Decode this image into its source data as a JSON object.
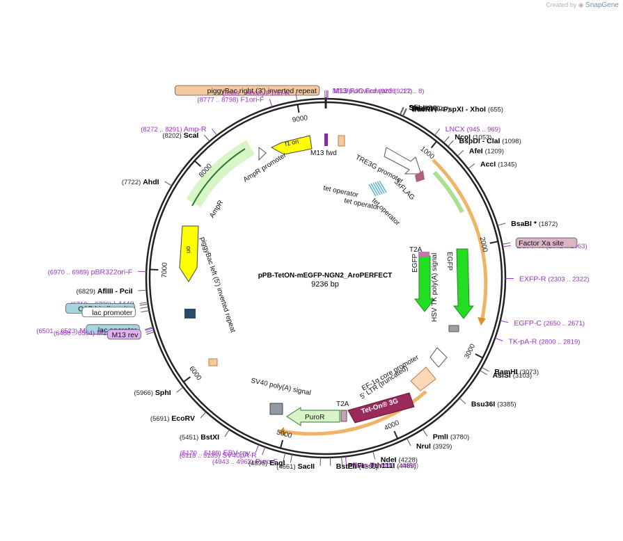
{
  "credit": {
    "prefix": "Created by",
    "brand": "SnapGene"
  },
  "plasmid": {
    "name": "pPB-TetON-mEGFP-NGN2_AroPERFECT",
    "size_label": "9236 bp",
    "length": 9236
  },
  "colors": {
    "primer": "#9b32c8",
    "enzyme": "#000000",
    "ring": "#222222",
    "orf_orange": "#f0b466"
  },
  "ticks": [
    {
      "pos": 1000,
      "label": "1000"
    },
    {
      "pos": 2000,
      "label": "2000"
    },
    {
      "pos": 3000,
      "label": "3000"
    },
    {
      "pos": 4000,
      "label": "4000"
    },
    {
      "pos": 5000,
      "label": "5000"
    },
    {
      "pos": 6000,
      "label": "6000"
    },
    {
      "pos": 7000,
      "label": "7000"
    },
    {
      "pos": 8000,
      "label": "8000"
    },
    {
      "pos": 9000,
      "label": "9000"
    }
  ],
  "labels": [
    {
      "kind": "primer",
      "pos": 8,
      "range": "(9222 .. 8)",
      "name": "M13/pUC Forward",
      "anchor": "end"
    },
    {
      "kind": "primer",
      "pos": 17,
      "range": "(9236 .. 17)",
      "name": "M13 Forward",
      "anchor": "start",
      "name_first": true
    },
    {
      "kind": "feature",
      "pos": 9230,
      "name": "piggyBac right (3') inverted repeat",
      "box": "#f5c9a0"
    },
    {
      "kind": "primer",
      "pos": 9000,
      "range": "(8989 .. 9008)",
      "name": "F1ori-R",
      "anchor": "end"
    },
    {
      "kind": "primer",
      "pos": 8790,
      "range": "(8777 .. 8798)",
      "name": "F1ori-F",
      "anchor": "end"
    },
    {
      "kind": "primer",
      "pos": 8280,
      "range": "(8272 .. 8291)",
      "name": "Amp-R",
      "anchor": "end"
    },
    {
      "kind": "enzyme",
      "pos": 8202,
      "num": "(8202)",
      "name": "ScaI",
      "anchor": "end"
    },
    {
      "kind": "enzyme",
      "pos": 7722,
      "num": "(7722)",
      "name": "AhdI",
      "anchor": "end"
    },
    {
      "kind": "primer",
      "pos": 6980,
      "range": "(6970 .. 6989)",
      "name": "pBR322ori-F",
      "anchor": "end"
    },
    {
      "kind": "enzyme",
      "pos": 6829,
      "num": "(6829)",
      "name": "AflIII  - PciI",
      "anchor": "end"
    },
    {
      "kind": "primer",
      "pos": 6728,
      "range": "(6719 .. 6736)",
      "name": "L4440",
      "anchor": "end"
    },
    {
      "kind": "enzyme",
      "pos": 6713,
      "num": "(6713)",
      "name": "BspQI  - SapI",
      "anchor": "end"
    },
    {
      "kind": "feature",
      "pos": 6690,
      "name": "CAP binding site",
      "box": "#a8d4e0"
    },
    {
      "kind": "feature",
      "pos": 6660,
      "name": "lac promoter",
      "box": "#ffffff"
    },
    {
      "kind": "primer",
      "pos": 6512,
      "range": "(6501 .. 6523)",
      "name": "M13/pUC Reverse",
      "anchor": "end"
    },
    {
      "kind": "feature",
      "pos": 6520,
      "name": "lac operator",
      "box": "#a8d4e0"
    },
    {
      "kind": "primer",
      "pos": 6496,
      "range": "(6488 .. 6504)",
      "name": "M13 Reverse",
      "anchor": "end"
    },
    {
      "kind": "feature",
      "pos": 6480,
      "name": "M13 rev",
      "box": "#e0b0f0"
    },
    {
      "kind": "enzyme",
      "pos": 5966,
      "num": "(5966)",
      "name": "SphI",
      "anchor": "end"
    },
    {
      "kind": "enzyme",
      "pos": 5691,
      "num": "(5691)",
      "name": "EcoRV",
      "anchor": "end"
    },
    {
      "kind": "enzyme",
      "pos": 5451,
      "num": "(5451)",
      "name": "BstXI",
      "anchor": "end"
    },
    {
      "kind": "primer",
      "pos": 5180,
      "range": "(5170 .. 5189)",
      "name": "EBV-rev",
      "anchor": "end"
    },
    {
      "kind": "primer",
      "pos": 5125,
      "range": "(5116 .. 5135)",
      "name": "SV40pA-R",
      "anchor": "end"
    },
    {
      "kind": "primer",
      "pos": 4953,
      "range": "(4943 .. 4963)",
      "name": "Puro-F",
      "anchor": "end"
    },
    {
      "kind": "enzyme",
      "pos": 4895,
      "num": "(4895)",
      "name": "EagI",
      "anchor": "end"
    },
    {
      "kind": "enzyme",
      "pos": 4661,
      "num": "(4661)",
      "name": "SacII",
      "anchor": "end"
    },
    {
      "kind": "enzyme",
      "pos": 4581,
      "num": "(4581)",
      "name": "BstEII",
      "anchor": "end"
    },
    {
      "kind": "enzyme",
      "pos": 4489,
      "num": "(4489)",
      "name": "PflFI  - Tth111I",
      "anchor": "start"
    },
    {
      "kind": "primer",
      "pos": 4456,
      "range": "(4447 .. 4466)",
      "name": "Puro-R",
      "anchor": "start"
    },
    {
      "kind": "enzyme",
      "pos": 4228,
      "num": "(4228)",
      "name": "NdeI",
      "anchor": "start"
    },
    {
      "kind": "enzyme",
      "pos": 3929,
      "num": "(3929)",
      "name": "NruI",
      "anchor": "start"
    },
    {
      "kind": "enzyme",
      "pos": 3780,
      "num": "(3780)",
      "name": "PmlI",
      "anchor": "start"
    },
    {
      "kind": "enzyme",
      "pos": 3385,
      "num": "(3385)",
      "name": "Bsu36I",
      "anchor": "start"
    },
    {
      "kind": "enzyme",
      "pos": 3103,
      "num": "(3103)",
      "name": "AsiSI",
      "anchor": "start"
    },
    {
      "kind": "enzyme",
      "pos": 3073,
      "num": "(3073)",
      "name": "BamHI",
      "anchor": "start"
    },
    {
      "kind": "primer",
      "pos": 2810,
      "range": "(2800 .. 2819)",
      "name": "TK-pA-R",
      "anchor": "start"
    },
    {
      "kind": "primer",
      "pos": 2660,
      "range": "(2650 .. 2671)",
      "name": "EGFP-C",
      "anchor": "start"
    },
    {
      "kind": "primer",
      "pos": 2312,
      "range": "(2303 .. 2322)",
      "name": "EXFP-R",
      "anchor": "start"
    },
    {
      "kind": "primer",
      "pos": 2052,
      "range": "(2042 .. 2063)",
      "name": "EGFP-N",
      "anchor": "start"
    },
    {
      "kind": "feature",
      "pos": 2030,
      "name": "Factor Xa site",
      "box": "#dcb4c8"
    },
    {
      "kind": "enzyme",
      "pos": 1872,
      "num": "(1872)",
      "name": "BsaBI *",
      "anchor": "start"
    },
    {
      "kind": "enzyme",
      "pos": 1345,
      "num": "(1345)",
      "name": "AccI",
      "anchor": "start"
    },
    {
      "kind": "enzyme",
      "pos": 1209,
      "num": "(1209)",
      "name": "AfeI",
      "anchor": "start"
    },
    {
      "kind": "enzyme",
      "pos": 1098,
      "num": "(1098)",
      "name": "BspDI  - ClaI",
      "anchor": "start"
    },
    {
      "kind": "enzyme",
      "pos": 1053,
      "num": "(1053)",
      "name": "NcoI",
      "anchor": "start"
    },
    {
      "kind": "primer",
      "pos": 957,
      "range": "(945 .. 969)",
      "name": "LNCX",
      "anchor": "start",
      "name_first": true
    },
    {
      "kind": "enzyme",
      "pos": 655,
      "num": "(655)",
      "name": "PaeR7I  - PspXI  - XhoI",
      "anchor": "start"
    },
    {
      "kind": "enzyme",
      "pos": 649,
      "num": "(649)",
      "name": "EcoRI",
      "anchor": "start"
    },
    {
      "kind": "enzyme",
      "pos": 630,
      "num": "(630)",
      "name": "SpeI",
      "anchor": "start"
    },
    {
      "kind": "enzyme",
      "pos": 624,
      "num": "(624)",
      "name": "SfiI",
      "anchor": "start"
    }
  ],
  "inner": [
    {
      "text": "M13 fwd"
    },
    {
      "text": "f1 ori"
    },
    {
      "text": "AmpR promoter"
    },
    {
      "text": "AmpR"
    },
    {
      "text": "TRE3G promoter"
    },
    {
      "text": "3xFLAG"
    },
    {
      "text": "tet operator"
    },
    {
      "text": "tet operator"
    },
    {
      "text": "tet operator"
    },
    {
      "text": "ori"
    },
    {
      "text": "piggyBac left (5') inverted repeat"
    },
    {
      "text": "T2A"
    },
    {
      "text": "EGFP"
    },
    {
      "text": "HSV TK poly(A) signal"
    },
    {
      "text": "EGFP"
    },
    {
      "text": "EF-1α core promoter"
    },
    {
      "text": "5' LTR (truncated)"
    },
    {
      "text": "Tet-On® 3G"
    },
    {
      "text": "T2A"
    },
    {
      "text": "PuroR"
    },
    {
      "text": "SV40 poly(A) signal"
    }
  ]
}
